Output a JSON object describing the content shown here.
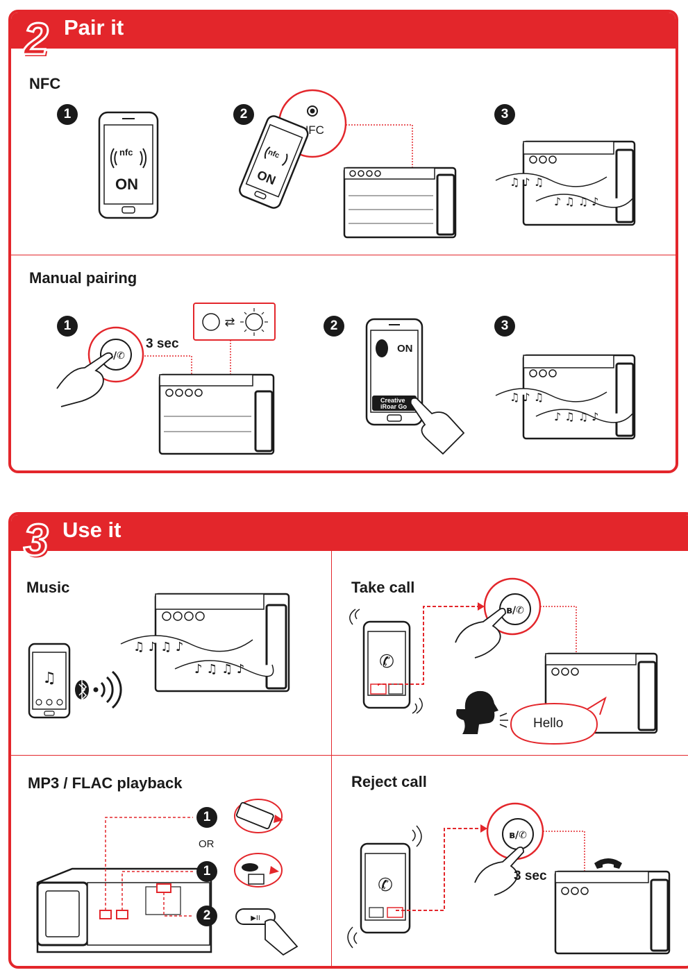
{
  "pair": {
    "number": "2",
    "title": "Pair it",
    "nfc": {
      "heading": "NFC",
      "steps": [
        "1",
        "2",
        "3"
      ],
      "phone1_label": "ON",
      "phone1_nfc": "nfc",
      "phone2_label": "ON",
      "phone2_nfc": "nfc",
      "callout_label": "NFC"
    },
    "manual": {
      "heading": "Manual pairing",
      "steps": [
        "1",
        "2",
        "3"
      ],
      "press_time": "3 sec",
      "bt_on_label": "ON",
      "device_name_line1": "Creative",
      "device_name_line2": "iRoar Go"
    }
  },
  "use": {
    "number": "3",
    "title": "Use it",
    "music": {
      "heading": "Music"
    },
    "take_call": {
      "heading": "Take call",
      "speech": "Hello"
    },
    "playback": {
      "heading": "MP3 / FLAC playback",
      "steps": [
        "1",
        "1",
        "2"
      ],
      "or_label": "OR"
    },
    "reject_call": {
      "heading": "Reject call",
      "press_time": "3 sec"
    }
  },
  "colors": {
    "accent": "#e3262b",
    "ink": "#1a1a1a"
  }
}
